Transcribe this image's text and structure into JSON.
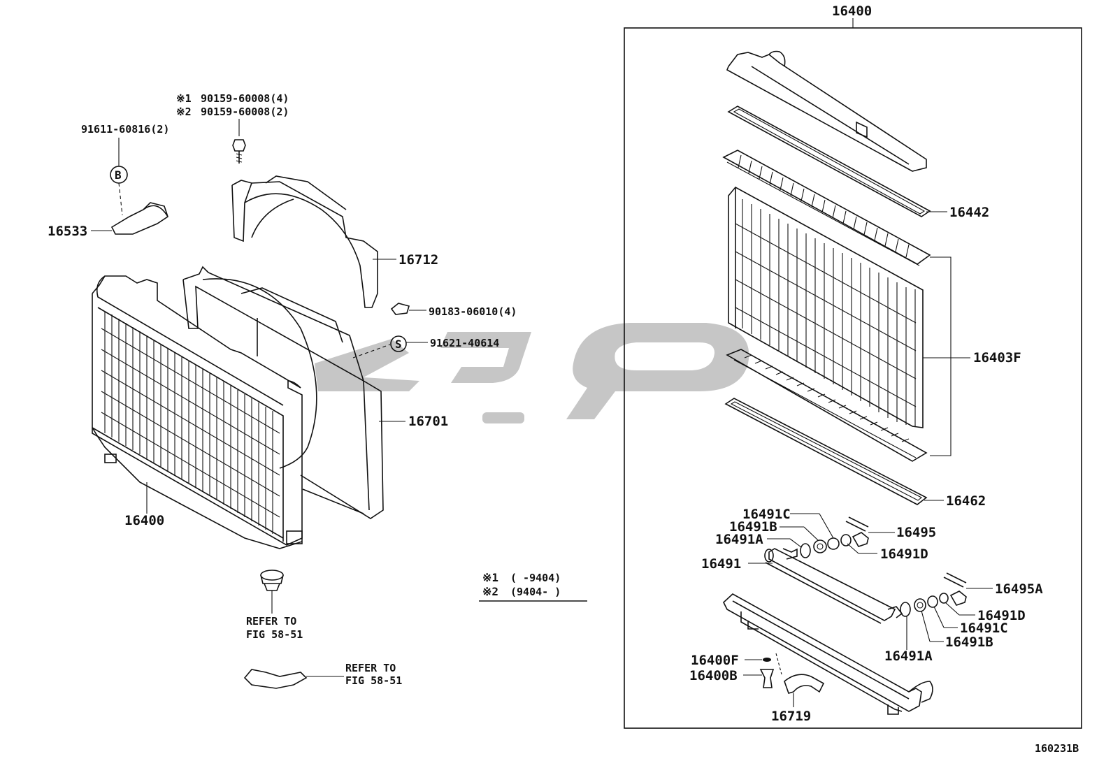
{
  "diagram": {
    "box_header": "16400",
    "figure_code": "160231B",
    "labels": {
      "p16400_left": "16400",
      "p16533": "16533",
      "p91611": "91611-60816(2)",
      "bolt_v1": "90159-60008(4)",
      "bolt_v2": "90159-60008(2)",
      "mark1": "※1",
      "mark2": "※2",
      "p16712": "16712",
      "p90183": "90183-06010(4)",
      "p91621": "91621-40614",
      "p16701": "16701",
      "refer1_a": "REFER TO",
      "refer1_b": "FIG 58-51",
      "refer2_a": "REFER TO",
      "refer2_b": "FIG 58-51",
      "p16442": "16442",
      "p16403F": "16403F",
      "p16462": "16462",
      "p16491C_t": "16491C",
      "p16491B_t": "16491B",
      "p16491A_t": "16491A",
      "p16491": "16491",
      "p16495": "16495",
      "p16491D_t": "16491D",
      "p16495A": "16495A",
      "p16491D_b": "16491D",
      "p16491C_b": "16491C",
      "p16491B_b": "16491B",
      "p16491A_b": "16491A",
      "p16400F": "16400F",
      "p16400B": "16400B",
      "p16719": "16719"
    },
    "circle_markers": {
      "b": "B",
      "s": "S"
    },
    "legend": {
      "row1_mark": "※1",
      "row1_range": "(    -9404)",
      "row2_mark": "※2",
      "row2_range": "(9404-    )"
    }
  }
}
